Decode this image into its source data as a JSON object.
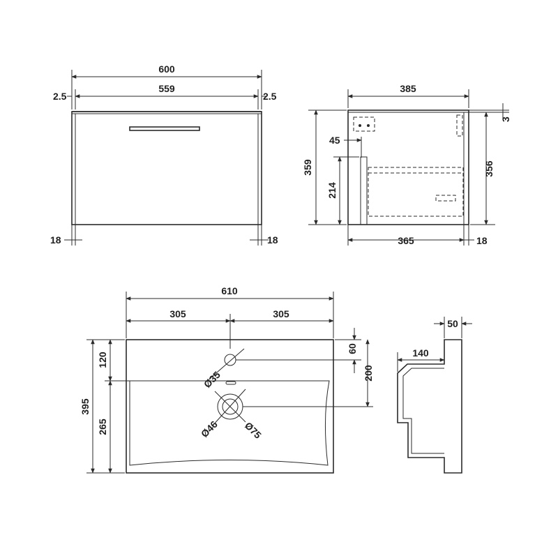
{
  "front_view": {
    "width": "600",
    "inner_width": "559",
    "side_left": "2.5",
    "side_right": "2.5",
    "foot_left": "18",
    "foot_right": "18"
  },
  "side_view": {
    "depth": "385",
    "top_thickness": "3",
    "height_left": "359",
    "height_right": "356",
    "offset": "45",
    "drawer_height": "214",
    "base_depth": "365",
    "foot": "18"
  },
  "basin_plan": {
    "width": "610",
    "half_left": "305",
    "half_right": "305",
    "depth": "395",
    "tap_to_edge": "120",
    "bowl_depth": "265",
    "tap_hole_offset": "60",
    "waste_offset": "200",
    "tap_hole_dia": "Ø35",
    "waste_inner_dia": "Ø46",
    "waste_outer_dia": "Ø75"
  },
  "basin_section": {
    "rim_thickness": "50",
    "bowl_depth": "140"
  }
}
